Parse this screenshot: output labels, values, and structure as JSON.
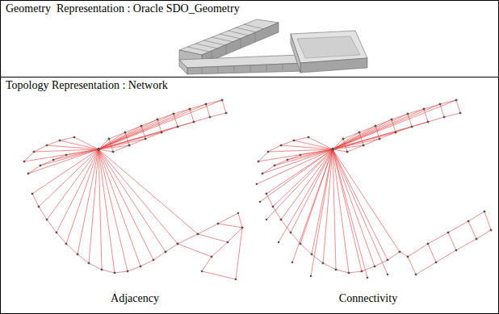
{
  "diagram": {
    "nodes": [
      {
        "text": [
          "Geometry  Representation : Oracle SDO_Geometry"
        ]
      },
      {
        "text": [
          "Topology Representation : Network"
        ]
      }
    ],
    "labels": [
      "Adjacency",
      "Connectivity"
    ]
  }
}
